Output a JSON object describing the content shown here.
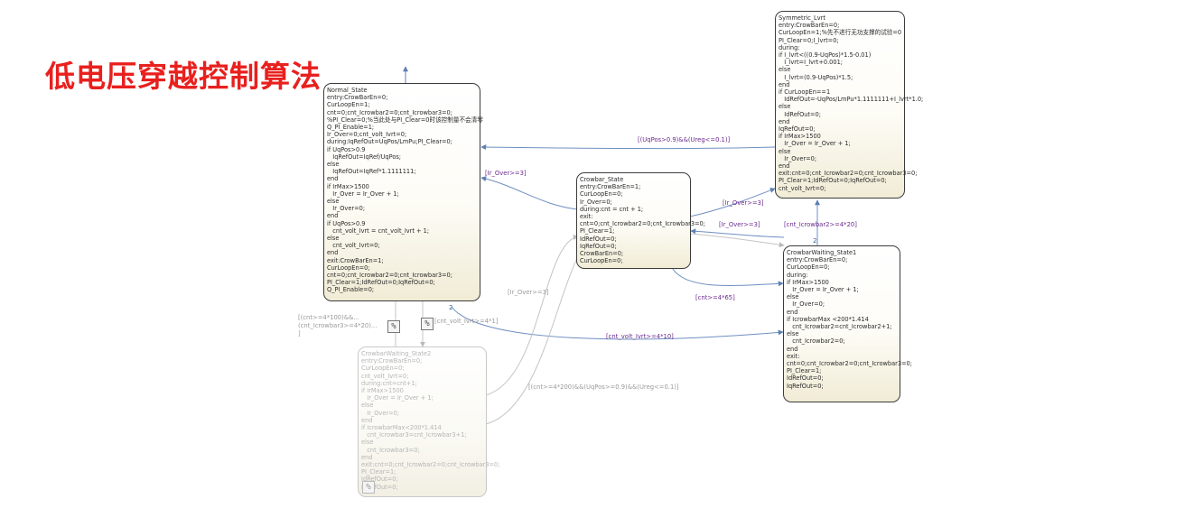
{
  "title": "低电压穿越控制算法",
  "states": {
    "normal": {
      "lines": [
        "Normal_State",
        "entry:CrowBarEn=0;",
        "CurLoopEn=1;",
        "cnt=0;cnt_Icrowbar2=0;cnt_Icrowbar3=0;",
        "%PI_Clear=0;%当此处与PI_Clear=0时该控制量不会清零",
        "Q_PI_Enable=1;",
        "Ir_Over=0;cnt_volt_Ivrt=0;",
        "during:IqRefOut=UqPos/LmPu;PI_Clear=0;",
        "if UqPos>0.9",
        "   IqRefOut=IqRef/UqPos;",
        "else",
        "   IqRefOut=IqRef*1.1111111;",
        "end",
        "if IrMax>1500",
        "   Ir_Over = Ir_Over + 1;",
        "else",
        "   Ir_Over=0;",
        "end",
        "if UqPos>0.9",
        "   cnt_volt_Ivrt = cnt_volt_Ivrt + 1;",
        "else",
        "   cnt_volt_Ivrt=0;",
        "end",
        "exit:CrowBarEn=1;",
        "CurLoopEn=0;",
        "cnt=0;cnt_Icrowbar2=0;cnt_Icrowbar3=0;",
        "PI_Clear=1;IdRefOut=0;IqRefOut=0;",
        "Q_PI_Enable=0;"
      ]
    },
    "crowbar": {
      "lines": [
        "Crowbar_State",
        "entry:CrowBarEn=1;",
        "CurLoopEn=0;",
        "Ir_Over=0;",
        "during:cnt = cnt + 1;",
        "exit:",
        "cnt=0;cnt_Icrowbar2=0;cnt_Icrowbar3=0;",
        "PI_Clear=1;",
        "IdRefOut=0;",
        "IqRefOut=0;",
        "CrowBarEn=0;",
        "CurLoopEn=0;"
      ]
    },
    "symmetric": {
      "lines": [
        "Symmetric_Lvrt",
        "entry:CrowBarEn=0;",
        "CurLoopEn=1;%先不进行无功支撑的试验=0",
        "PI_Clear=0;I_lvrt=0;",
        "during:",
        "if I_lvrt<((0.9-UqPos)*1.5-0.01)",
        "   I_lvrt=I_lvrt+0.001;",
        "else",
        "   I_lvrt=(0.9-UqPos)*1.5;",
        "end",
        "if CurLoopEn==1",
        "   IdRefOut=-UqPos/LmPu*1.1111111+I_lvrt*1.0;",
        "else",
        "   IdRefOut=0;",
        "end",
        "IqRefOut=0;",
        "if IrMax>1500",
        "   Ir_Over = Ir_Over + 1;",
        "else",
        "   Ir_Over=0;",
        "end",
        "exit:cnt=0;cnt_Icrowbar2=0;cnt_Icrowbar3=0;",
        "PI_Clear=1;IdRefOut=0;IqRefOut=0;",
        "cnt_volt_Ivrt=0;"
      ]
    },
    "waiting1": {
      "lines": [
        "CrowbarWaiting_State1",
        "entry:CrowBarEn=0;",
        "CurLoopEn=0;",
        "during:",
        "if IrMax>1500",
        "   Ir_Over = Ir_Over + 1;",
        "else",
        "   Ir_Over=0;",
        "end",
        "if IcrowbarMax <200*1.414",
        "   cnt_Icrowbar2=cnt_Icrowbar2+1;",
        "else",
        "   cnt_Icrowbar2=0;",
        "end",
        "exit:",
        "cnt=0;cnt_Icrowbar2=0;cnt_Icrowbar3=0;",
        "PI_Clear=1;",
        "IdRefOut=0;",
        "IqRefOut=0;"
      ]
    },
    "waiting2": {
      "lines": [
        "CrowbarWaiting_State2",
        "entry:CrowBarEn=0;",
        "CurLoopEn=0;",
        "cnt_volt_Ivrt=0;",
        "during:cnt=cnt+1;",
        "if IrMax>1500",
        "   Ir_Over = Ir_Over + 1;",
        "else",
        "   Ir_Over=0;",
        "end",
        "if IcrowbarMax<200*1.414",
        "   cnt_Icrowbar3=cnt_Icrowbar3+1;",
        "else",
        "   cnt_Icrowbar3=0;",
        "end",
        "exit:cnt=0;cnt_Icrowbar2=0;cnt_Icrowbar3=0;",
        "PI_Clear=1;",
        "IdRefOut=0;",
        "IqRefOut=0;"
      ]
    }
  },
  "transitions": {
    "normal_to_symmetric": "[(UqPos>0.9)&&(Ureg<=0.1)]",
    "crowbar_to_normal": "[Ir_Over>=3]",
    "crowbar_to_symmetric": "[Ir_Over>=3]",
    "waiting1_to_crowbar": "[Ir_Over>=3]",
    "waiting1_to_symmetric": "[cnt_Icrowbar2>=4*20]",
    "crowbar_to_waiting1": "[cnt>=4*65]",
    "normal_to_waiting1": "[cnt_volt_Ivrt>=4*10]",
    "waiting2_ir_over": "[Ir_Over>=3]",
    "waiting2_to_symmetric": "[(cnt>=4*200)&&(UqPos>=0.9)&&(Ureg<=0.1)]",
    "normal_to_waiting2_a": "[(cnt>=4*100)&&...",
    "normal_to_waiting2_b": "(cnt_Icrowbar3>=4*20)...",
    "normal_to_waiting2_c": "]",
    "waiting2_volt": "[cnt_volt_Ivrt>=4*1]"
  },
  "junction_numbers": {
    "normal_out": "2",
    "waiting1_in": "2"
  },
  "icons": [
    "percent-icon"
  ]
}
